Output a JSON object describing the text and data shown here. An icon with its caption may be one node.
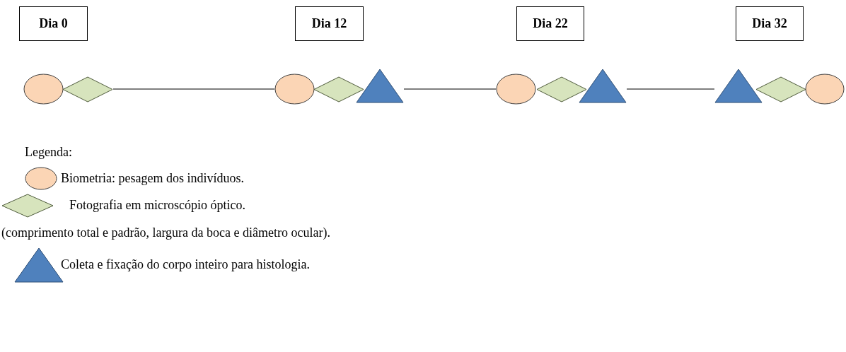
{
  "diagram": {
    "nodes": [
      {
        "text": [
          "Dia 0"
        ]
      },
      {
        "text": [
          "Dia 12"
        ]
      },
      {
        "text": [
          "Dia 22"
        ]
      },
      {
        "text": [
          "Dia 32"
        ]
      },
      {
        "text": [],
        "shape": "circle"
      },
      {
        "text": [],
        "shape": "diamond"
      },
      {
        "text": [],
        "shape": "circle"
      },
      {
        "text": [],
        "shape": "diamond"
      },
      {
        "text": [],
        "shape": "triangle"
      },
      {
        "text": [],
        "shape": "circle"
      },
      {
        "text": [],
        "shape": "diamond"
      },
      {
        "text": [],
        "shape": "triangle"
      },
      {
        "text": [],
        "shape": "triangle"
      },
      {
        "text": [],
        "shape": "diamond"
      },
      {
        "text": [],
        "shape": "circle"
      }
    ],
    "edges": [
      {
        "from": 5,
        "to": 6,
        "arrow": "none"
      },
      {
        "from": 8,
        "to": 9,
        "arrow": "none"
      },
      {
        "from": 11,
        "to": 12,
        "arrow": "none"
      }
    ],
    "labels": [
      "Legenda:",
      "(comprimento total e padrão, largura da boca e diâmetro ocular)."
    ],
    "legend": [
      {
        "text": "Biometria: pesagem dos indivíduos."
      },
      {
        "text": "Fotografia em microscópio óptico."
      },
      {
        "text": "Coleta e fixação do corpo inteiro para histologia."
      }
    ]
  }
}
